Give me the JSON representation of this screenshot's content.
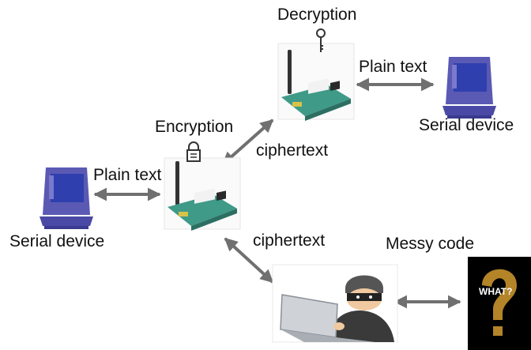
{
  "labels": {
    "decryption": "Decryption",
    "encryption": "Encryption",
    "plain_text_top": "Plain text",
    "plain_text_left": "Plain text",
    "ciphertext_upper": "ciphertext",
    "ciphertext_lower": "ciphertext",
    "serial_device_right": "Serial device",
    "serial_device_left": "Serial device",
    "messy_code": "Messy code",
    "what_text": "WHAT?"
  },
  "colors": {
    "arrow": "#707070",
    "pc_frame": "#5a5ab4",
    "pc_screen": "#2f3fae",
    "board": "#3f9a88",
    "chip": "#2a2a2a",
    "antenna": "#333333",
    "question_bg": "#000000",
    "question_mark": "#b38428"
  },
  "icons": [
    "key-icon",
    "lock-icon",
    "computer-icon",
    "router-module-icon",
    "hacker-icon",
    "question-mark-icon"
  ]
}
